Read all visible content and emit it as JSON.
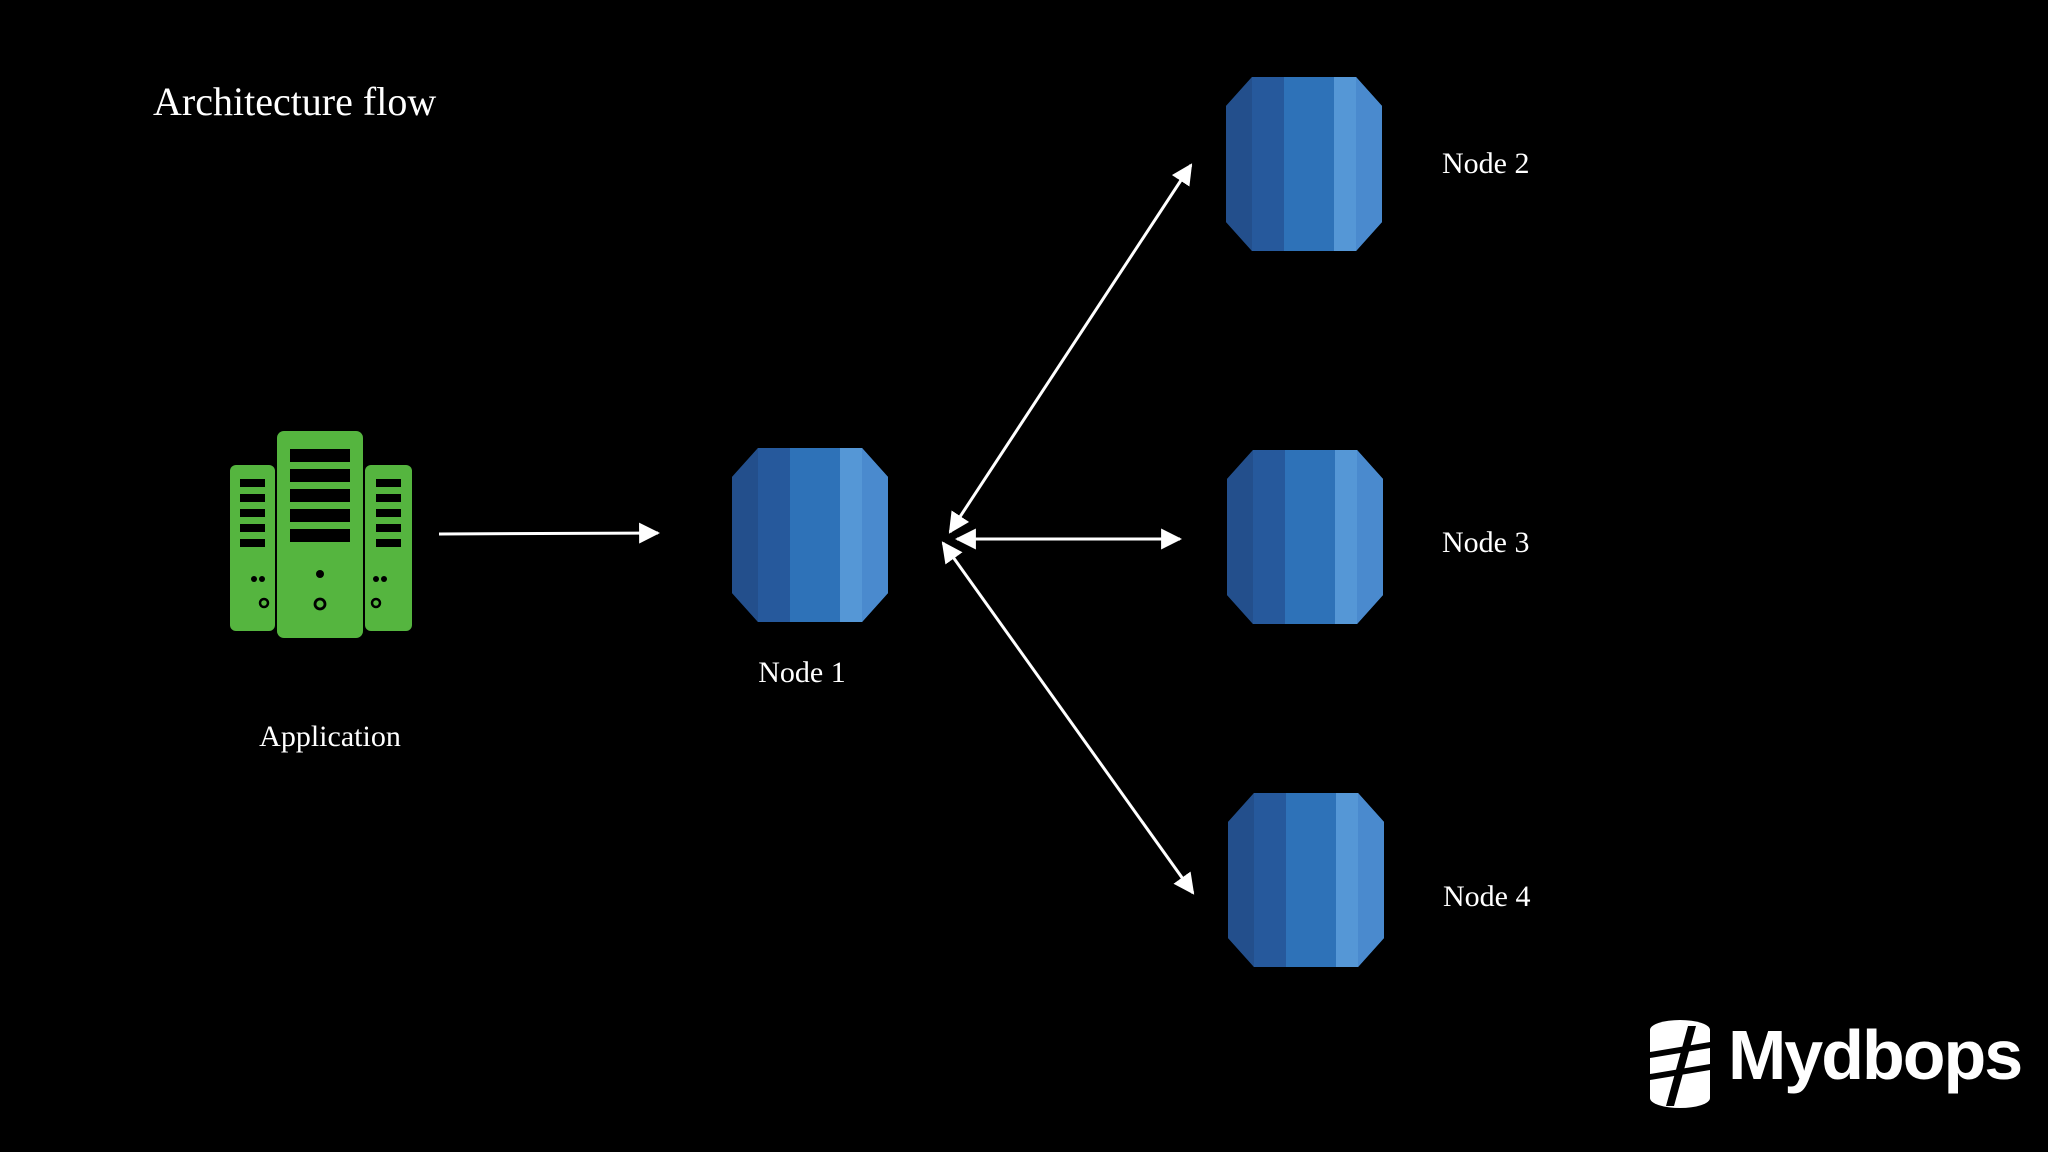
{
  "title": "Architecture flow",
  "nodes": {
    "application": {
      "label": "Application"
    },
    "node1": {
      "label": "Node 1"
    },
    "node2": {
      "label": "Node 2"
    },
    "node3": {
      "label": "Node 3"
    },
    "node4": {
      "label": "Node 4"
    }
  },
  "edges": [
    {
      "from": "application",
      "to": "node1",
      "direction": "one-way"
    },
    {
      "from": "node1",
      "to": "node2",
      "direction": "bidirectional"
    },
    {
      "from": "node1",
      "to": "node3",
      "direction": "bidirectional"
    },
    {
      "from": "node1",
      "to": "node4",
      "direction": "bidirectional"
    }
  ],
  "brand": {
    "name": "Mydbops"
  },
  "icons": {
    "application": "server-icon",
    "database": "database-node-icon"
  },
  "colors": {
    "background": "#000000",
    "server_green": "#55b53f",
    "db_blue_dark": "#1f4f8e",
    "db_blue": "#2e72b8",
    "db_blue_light": "#5597d6",
    "text": "#ffffff"
  }
}
